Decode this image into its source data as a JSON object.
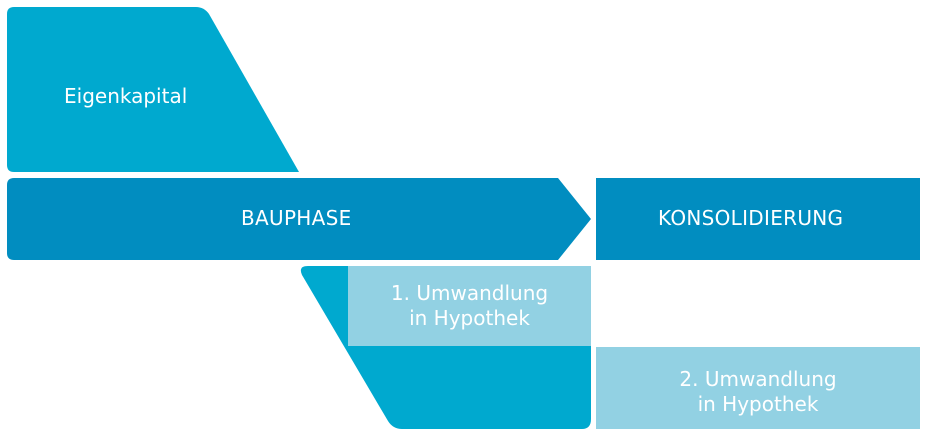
{
  "colors": {
    "dark_blue": "#018dc0",
    "mid_blue": "#00a9cf",
    "light_blue": "#92d1e3",
    "text": "#ffffff"
  },
  "blocks": {
    "equity": {
      "label": "Eigenkapital"
    },
    "construction_phase": {
      "label": "BAUPHASE"
    },
    "consolidation": {
      "label": "KONSOLIDIERUNG"
    },
    "conversion_1": {
      "label": "1. Umwandlung\nin Hypothek"
    },
    "conversion_2": {
      "label": "2. Umwandlung\nin Hypothek"
    }
  }
}
